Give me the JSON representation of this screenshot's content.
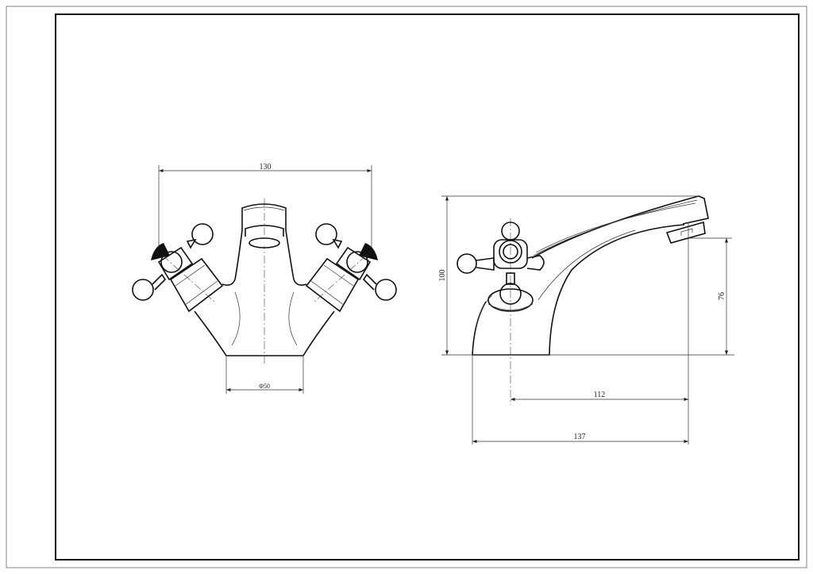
{
  "drawing": {
    "front_view": {
      "width_dimension": "130",
      "base_diameter_dimension": "Φ50"
    },
    "side_view": {
      "height_dimension": "100",
      "spout_height_dimension": "76",
      "spout_reach_dimension": "112",
      "overall_depth_dimension": "137"
    }
  }
}
